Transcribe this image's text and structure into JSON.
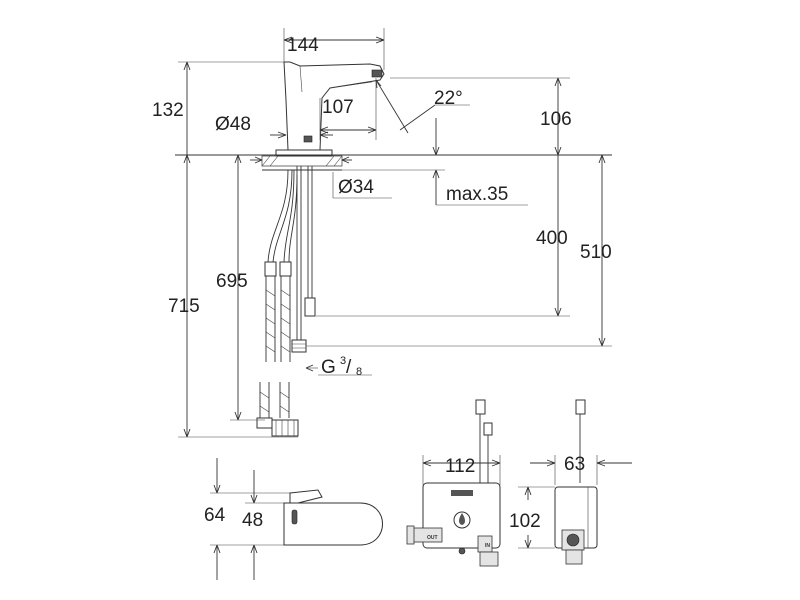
{
  "faucet": {
    "dim_width": "144",
    "dim_height_top": "132",
    "dim_reach": "107",
    "dim_angle": "22°",
    "dim_spout_height": "106",
    "dim_base_dia": "Ø48",
    "dim_hole_dia": "Ø34",
    "dim_deck_thickness": "max.35",
    "dim_hose_400": "400",
    "dim_hose_510": "510",
    "dim_hose_695": "695",
    "dim_total_715": "715",
    "thread_label": "G",
    "thread_num": "3",
    "thread_den": "8"
  },
  "side_detail": {
    "dim_64": "64",
    "dim_48": "48"
  },
  "control_box": {
    "dim_width": "112",
    "dim_depth": "63",
    "dim_height": "102",
    "out_label": "OUT",
    "in_label": "IN"
  }
}
